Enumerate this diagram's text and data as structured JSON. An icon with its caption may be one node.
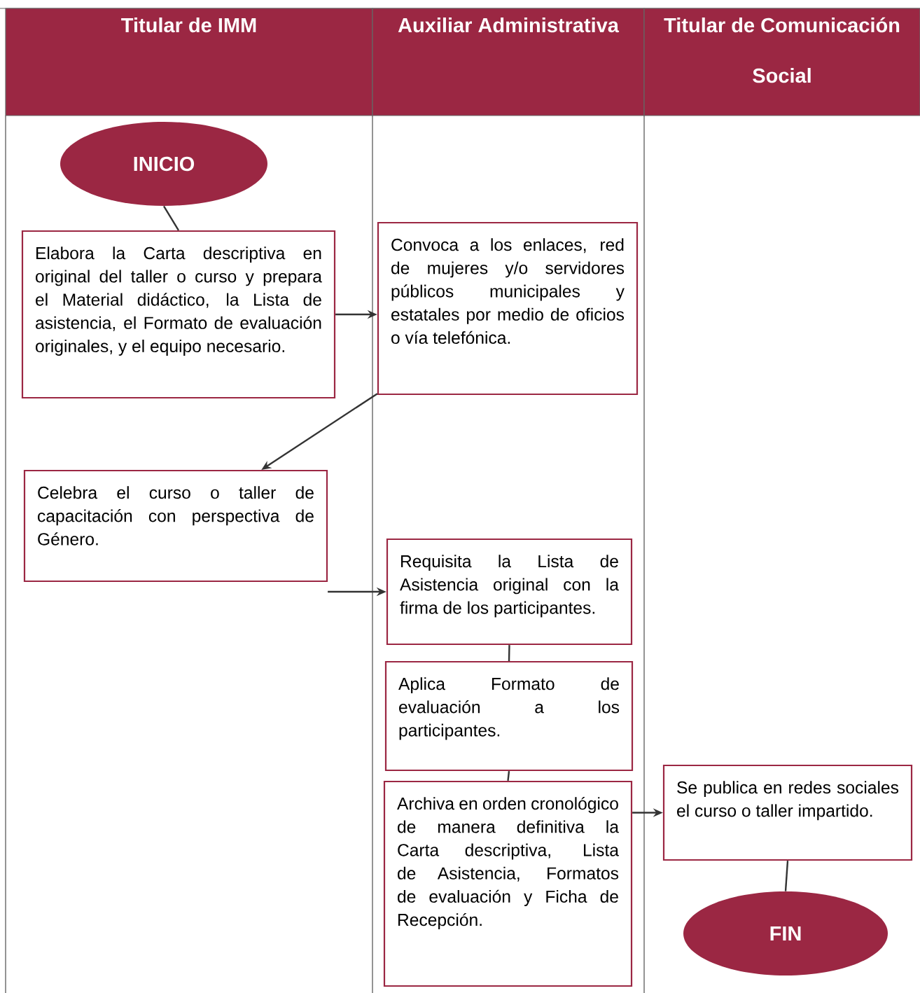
{
  "diagram": {
    "nodes": [
      {
        "text": [
          "Titular de IMM"
        ]
      },
      {
        "text": [
          "Auxiliar Administrativa"
        ]
      },
      {
        "text": [
          "Titular de Comunicación Social"
        ]
      },
      {
        "text": [
          "INICIO"
        ]
      },
      {
        "text": [
          "Elabora la Carta descriptiva en original del taller o curso y prepara el Material didáctico, la Lista de asistencia, el Formato de evaluación originales, y el equipo necesario."
        ]
      },
      {
        "text": [
          "Convoca a los enlaces, red de mujeres y/o servidores públicos municipales y estatales por medio de oficios o vía telefónica."
        ]
      },
      {
        "text": [
          "Celebra el curso o taller de capacitación con perspectiva de Género."
        ]
      },
      {
        "text": [
          "Requisita la Lista de Asistencia original con la firma de los participantes."
        ]
      },
      {
        "text": [
          "Aplica Formato de evaluación a los participantes."
        ]
      },
      {
        "text": [
          "Archiva en orden cronológico de manera definitiva la Carta descriptiva, Lista de Asistencia, Formatos de evaluación y Ficha de Recepción."
        ]
      },
      {
        "text": [
          "Se publica en redes sociales el curso o taller impartido."
        ]
      },
      {
        "text": [
          "FIN"
        ]
      }
    ],
    "edges": [
      {
        "from": 3,
        "to": 4,
        "arrow": "none"
      },
      {
        "from": 4,
        "to": 5,
        "arrow": "to"
      },
      {
        "from": 5,
        "to": 6,
        "arrow": "to"
      },
      {
        "from": 6,
        "to": 7,
        "arrow": "to"
      },
      {
        "from": 7,
        "to": 8,
        "arrow": "none"
      },
      {
        "from": 8,
        "to": 9,
        "arrow": "none"
      },
      {
        "from": 9,
        "to": 10,
        "arrow": "to"
      },
      {
        "from": 10,
        "to": 11,
        "arrow": "none"
      }
    ]
  }
}
